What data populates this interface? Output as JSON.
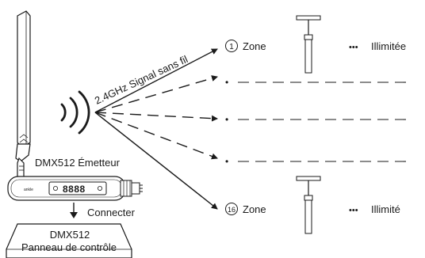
{
  "transmitter": {
    "label": "DMX512 Émetteur",
    "display_digits": "8888"
  },
  "signal_label": "2.4GHz Signal sans fil",
  "connect_label": "Connecter",
  "panel": {
    "line1": "DMX512",
    "line2": "Panneau de contrôle"
  },
  "zones": {
    "first": {
      "number": "1",
      "label": "Zone",
      "unlimited": "Illimitée"
    },
    "last": {
      "number": "16",
      "label": "Zone",
      "unlimited": "Illimité"
    }
  },
  "ellipsis": "•••",
  "dot": "•"
}
